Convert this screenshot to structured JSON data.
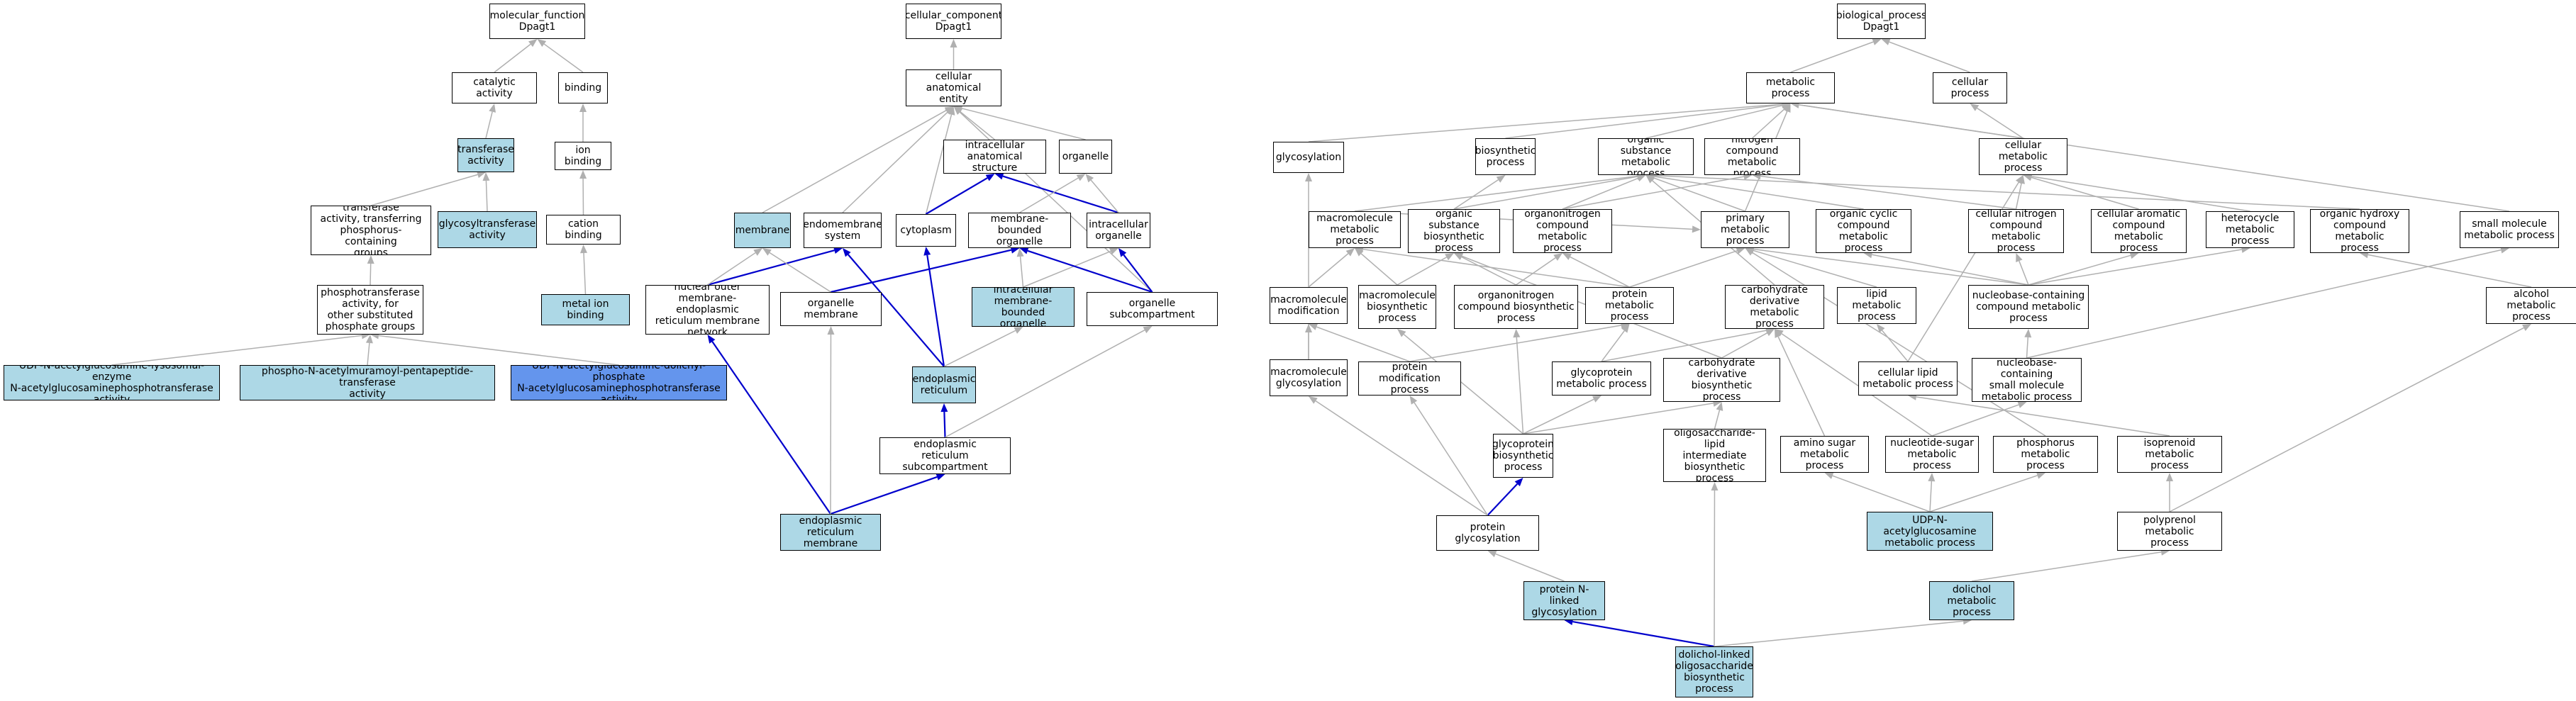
{
  "colors": {
    "normal_fill": "#ffffff",
    "highlight_fill": "#add8e6",
    "focus_fill": "#6495ed",
    "gray_edge": "#b0b0b0",
    "blue_edge": "#0000cc"
  },
  "nodes": {
    "mf_root": {
      "label": "molecular_function\nDpagt1",
      "style": "normal"
    },
    "catalytic": {
      "label": "catalytic activity",
      "style": "normal"
    },
    "binding": {
      "label": "binding",
      "style": "normal"
    },
    "transferase": {
      "label": "transferase\nactivity",
      "style": "hl"
    },
    "ion_binding": {
      "label": "ion binding",
      "style": "normal"
    },
    "trans_phos": {
      "label": "transferase\nactivity, transferring\nphosphorus-containing\ngroups",
      "style": "normal"
    },
    "glycosyltrans": {
      "label": "glycosyltransferase\nactivity",
      "style": "hl"
    },
    "cation_binding": {
      "label": "cation binding",
      "style": "normal"
    },
    "phosphotrans": {
      "label": "phosphotransferase\nactivity, for\nother substituted\nphosphate groups",
      "style": "normal"
    },
    "metal_ion": {
      "label": "metal ion binding",
      "style": "hl"
    },
    "udp_lys": {
      "label": "UDP-N-acetylglucosamine-lysosomal-enzyme\nN-acetylglucosaminephosphotransferase\nactivity",
      "style": "hl"
    },
    "phospho_mur": {
      "label": "phospho-N-acetylmuramoyl-pentapeptide-transferase\nactivity",
      "style": "hl"
    },
    "udp_dol": {
      "label": "UDP-N-acetylglucosamine-dolichyl-phosphate\nN-acetylglucosaminephosphotransferase\nactivity",
      "style": "focus"
    },
    "cc_root": {
      "label": "cellular_component\nDpagt1",
      "style": "normal"
    },
    "cae": {
      "label": "cellular anatomical\nentity",
      "style": "normal"
    },
    "ias": {
      "label": "intracellular\nanatomical structure",
      "style": "normal"
    },
    "organelle": {
      "label": "organelle",
      "style": "normal"
    },
    "membrane": {
      "label": "membrane",
      "style": "hl"
    },
    "endomembrane": {
      "label": "endomembrane\nsystem",
      "style": "normal"
    },
    "cytoplasm": {
      "label": "cytoplasm",
      "style": "normal"
    },
    "mbo": {
      "label": "membrane-bounded\norganelle",
      "style": "normal"
    },
    "intra_org": {
      "label": "intracellular\norganelle",
      "style": "normal"
    },
    "nomerm": {
      "label": "nuclear outer\nmembrane-endoplasmic\nreticulum membrane\nnetwork",
      "style": "normal"
    },
    "org_membrane": {
      "label": "organelle membrane",
      "style": "normal"
    },
    "imbo": {
      "label": "intracellular\nmembrane-bounded\norganelle",
      "style": "hl"
    },
    "org_subcomp": {
      "label": "organelle subcompartment",
      "style": "normal"
    },
    "er": {
      "label": "endoplasmic\nreticulum",
      "style": "hl"
    },
    "er_subcomp": {
      "label": "endoplasmic\nreticulum subcompartment",
      "style": "normal"
    },
    "er_membrane": {
      "label": "endoplasmic\nreticulum membrane",
      "style": "hl"
    },
    "bp_root": {
      "label": "biological_process\nDpagt1",
      "style": "normal"
    },
    "metabolic": {
      "label": "metabolic process",
      "style": "normal"
    },
    "cellular_process": {
      "label": "cellular process",
      "style": "normal"
    },
    "glycosylation": {
      "label": "glycosylation",
      "style": "normal"
    },
    "biosynthetic": {
      "label": "biosynthetic\nprocess",
      "style": "normal"
    },
    "osmp": {
      "label": "organic substance\nmetabolic process",
      "style": "normal"
    },
    "ncmp": {
      "label": "nitrogen compound\nmetabolic process",
      "style": "normal"
    },
    "cmp": {
      "label": "cellular metabolic\nprocess",
      "style": "normal"
    },
    "macro_mp": {
      "label": "macromolecule\nmetabolic process",
      "style": "normal"
    },
    "osbp": {
      "label": "organic substance\nbiosynthetic\nprocess",
      "style": "normal"
    },
    "onmp": {
      "label": "organonitrogen\ncompound metabolic\nprocess",
      "style": "normal"
    },
    "primary_mp": {
      "label": "primary metabolic\nprocess",
      "style": "normal"
    },
    "occmp": {
      "label": "organic cyclic\ncompound metabolic\nprocess",
      "style": "normal"
    },
    "cncmp": {
      "label": "cellular nitrogen\ncompound metabolic\nprocess",
      "style": "normal"
    },
    "cacmp": {
      "label": "cellular aromatic\ncompound metabolic\nprocess",
      "style": "normal"
    },
    "heterocycle": {
      "label": "heterocycle\nmetabolic process",
      "style": "normal"
    },
    "ohcmp": {
      "label": "organic hydroxy\ncompound metabolic\nprocess",
      "style": "normal"
    },
    "smmp": {
      "label": "small molecule\nmetabolic process",
      "style": "normal"
    },
    "macro_mod": {
      "label": "macromolecule\nmodification",
      "style": "normal"
    },
    "macro_bp": {
      "label": "macromolecule\nbiosynthetic\nprocess",
      "style": "normal"
    },
    "onbp": {
      "label": "organonitrogen\ncompound biosynthetic\nprocess",
      "style": "normal"
    },
    "protein_mp": {
      "label": "protein metabolic\nprocess",
      "style": "normal"
    },
    "cdmp": {
      "label": "carbohydrate\nderivative metabolic\nprocess",
      "style": "normal"
    },
    "lipid_mp": {
      "label": "lipid metabolic\nprocess",
      "style": "normal"
    },
    "nccmp": {
      "label": "nucleobase-containing\ncompound metabolic\nprocess",
      "style": "normal"
    },
    "alcohol_mp": {
      "label": "alcohol metabolic\nprocess",
      "style": "normal"
    },
    "macro_glyc": {
      "label": "macromolecule\nglycosylation",
      "style": "normal"
    },
    "pmp": {
      "label": "protein modification\nprocess",
      "style": "normal"
    },
    "gp_mp": {
      "label": "glycoprotein\nmetabolic process",
      "style": "normal"
    },
    "cdbp": {
      "label": "carbohydrate\nderivative biosynthetic\nprocess",
      "style": "normal"
    },
    "clmp": {
      "label": "cellular lipid\nmetabolic process",
      "style": "normal"
    },
    "ncsmmp": {
      "label": "nucleobase-containing\nsmall molecule\nmetabolic process",
      "style": "normal"
    },
    "gp_bp": {
      "label": "glycoprotein\nbiosynthetic\nprocess",
      "style": "normal"
    },
    "olibp": {
      "label": "oligosaccharide-lipid\nintermediate\nbiosynthetic\nprocess",
      "style": "normal"
    },
    "amino_sugar": {
      "label": "amino sugar\nmetabolic process",
      "style": "normal"
    },
    "ns_mp": {
      "label": "nucleotide-sugar\nmetabolic process",
      "style": "normal"
    },
    "phos_mp": {
      "label": "phosphorus metabolic\nprocess",
      "style": "normal"
    },
    "isoprenoid": {
      "label": "isoprenoid metabolic\nprocess",
      "style": "normal"
    },
    "protein_glyc": {
      "label": "protein glycosylation",
      "style": "normal"
    },
    "udp_glcnac": {
      "label": "UDP-N-acetylglucosamine\nmetabolic process",
      "style": "hl"
    },
    "polyprenol": {
      "label": "polyprenol metabolic\nprocess",
      "style": "normal"
    },
    "pn_glyc": {
      "label": "protein N-linked\nglycosylation",
      "style": "hl"
    },
    "dolichol_mp": {
      "label": "dolichol metabolic\nprocess",
      "style": "hl"
    },
    "dlo_bp": {
      "label": "dolichol-linked\noligosaccharide\nbiosynthetic\nprocess",
      "style": "hl"
    }
  }
}
